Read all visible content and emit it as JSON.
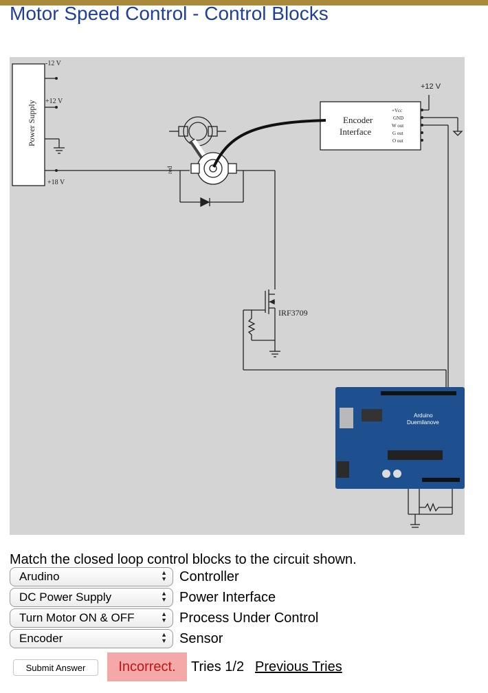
{
  "page": {
    "title": "Motor Speed Control - Control Blocks"
  },
  "figure": {
    "power_supply_label": "Power Supply",
    "minus12_label": "-12 V",
    "plus12_label": "+12 V",
    "plus18_label": "+18 V",
    "encoder_label_line1": "Encoder",
    "encoder_label_line2": "Interface",
    "encoder_top_voltage": "+12 V",
    "pin_vcc": "+Vcc",
    "pin_gnd": "GND",
    "pin_wout": "W out",
    "pin_gout": "G out",
    "pin_oout": "O out",
    "mosfet_label": "IRF3709",
    "motor_wire_label": "red",
    "arduino_line1": "Arduino",
    "arduino_line2": "Duemilanove"
  },
  "question": {
    "prompt": "Match the closed loop control blocks to the circuit shown.",
    "rows": [
      {
        "selected": "Arudino",
        "label": "Controller"
      },
      {
        "selected": "DC Power Supply",
        "label": "Power Interface"
      },
      {
        "selected": "Turn Motor ON & OFF",
        "label": "Process Under Control"
      },
      {
        "selected": "Encoder",
        "label": "Sensor"
      }
    ]
  },
  "actions": {
    "submit_label": "Submit Answer",
    "status": "Incorrect.",
    "tries": "Tries 1/2",
    "previous_tries_label": "Previous Tries"
  },
  "colors": {
    "title": "#1f3f99",
    "top_bar": "#a88a3a",
    "incorrect_bg": "#f4a8a8",
    "incorrect_text": "#c01515",
    "board": "#1e4f8e"
  }
}
